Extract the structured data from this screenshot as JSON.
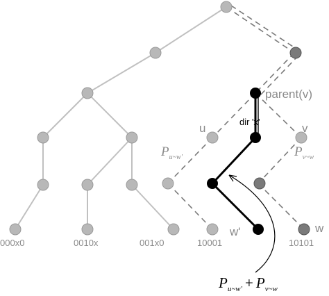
{
  "labels": {
    "parent": "parent(v)",
    "dir": "dir 'x'",
    "u": "u",
    "v": "v",
    "w_prime": "w'",
    "w": "w",
    "path_u_main": "P",
    "path_u_sub": "u~w'",
    "path_v_main": "P",
    "path_v_sub": "v~w",
    "sum_plus": "+"
  },
  "leaf_labels": [
    "000x0",
    "0010x",
    "001x0",
    "10001",
    "10101"
  ],
  "colors": {
    "light_node": "#b8b8b8",
    "mid_node": "#7a7a7a",
    "dark_node": "#000000",
    "edge_light": "#c0c0c0",
    "dashed_edge": "#7a7a7a",
    "highlight_edge": "#000000"
  }
}
